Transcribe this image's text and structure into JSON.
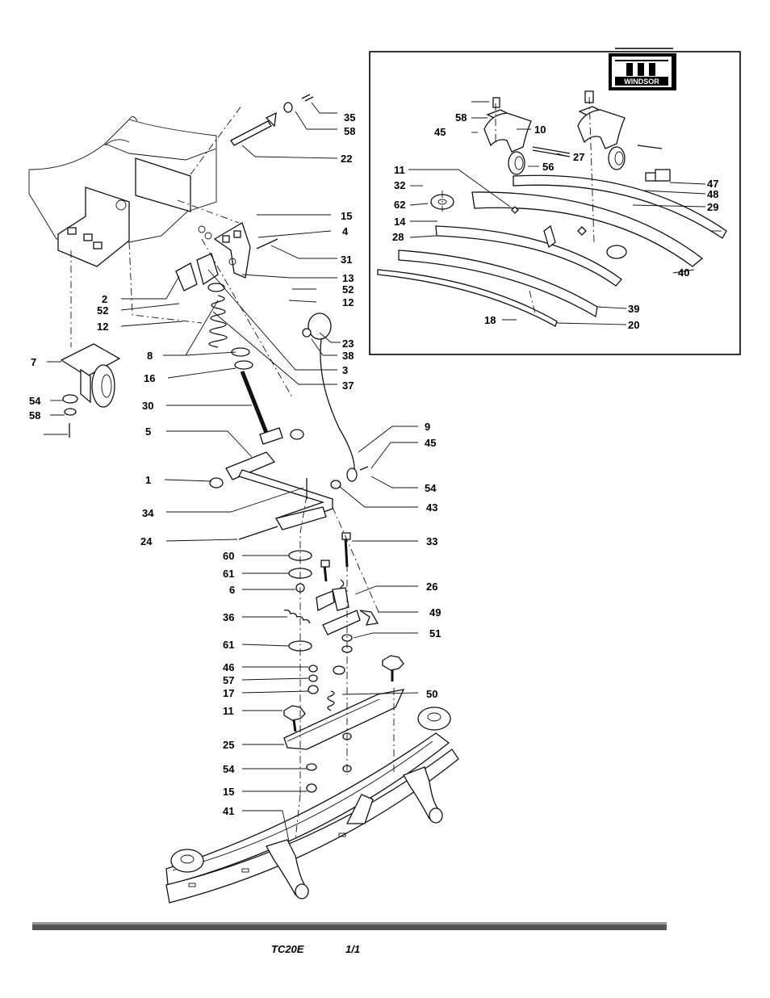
{
  "footer": {
    "model": "TC20E",
    "page": "1/1"
  },
  "logo": {
    "brand": "WINDSOR"
  },
  "callouts": [
    {
      "id": "c35",
      "text": "35"
    },
    {
      "id": "c58a",
      "text": "58"
    },
    {
      "id": "c22",
      "text": "22"
    },
    {
      "id": "c15a",
      "text": "15"
    },
    {
      "id": "c4",
      "text": "4"
    },
    {
      "id": "c31",
      "text": "31"
    },
    {
      "id": "c13",
      "text": "13"
    },
    {
      "id": "c52a",
      "text": "52"
    },
    {
      "id": "c12a",
      "text": "12"
    },
    {
      "id": "c2",
      "text": "2"
    },
    {
      "id": "c52b",
      "text": "52"
    },
    {
      "id": "c12b",
      "text": "12"
    },
    {
      "id": "c23",
      "text": "23"
    },
    {
      "id": "c38",
      "text": "38"
    },
    {
      "id": "c7",
      "text": "7"
    },
    {
      "id": "c8",
      "text": "8"
    },
    {
      "id": "c3",
      "text": "3"
    },
    {
      "id": "c16",
      "text": "16"
    },
    {
      "id": "c37",
      "text": "37"
    },
    {
      "id": "c54a",
      "text": "54"
    },
    {
      "id": "c58b",
      "text": "58"
    },
    {
      "id": "c30",
      "text": "30"
    },
    {
      "id": "c9",
      "text": "9"
    },
    {
      "id": "c45a",
      "text": "45"
    },
    {
      "id": "c5",
      "text": "5"
    },
    {
      "id": "c1",
      "text": "1"
    },
    {
      "id": "c54b",
      "text": "54"
    },
    {
      "id": "c34",
      "text": "34"
    },
    {
      "id": "c43",
      "text": "43"
    },
    {
      "id": "c24",
      "text": "24"
    },
    {
      "id": "c33",
      "text": "33"
    },
    {
      "id": "c60",
      "text": "60"
    },
    {
      "id": "c61a",
      "text": "61"
    },
    {
      "id": "c26",
      "text": "26"
    },
    {
      "id": "c6",
      "text": "6"
    },
    {
      "id": "c36",
      "text": "36"
    },
    {
      "id": "c49",
      "text": "49"
    },
    {
      "id": "c51",
      "text": "51"
    },
    {
      "id": "c61b",
      "text": "61"
    },
    {
      "id": "c46",
      "text": "46"
    },
    {
      "id": "c57",
      "text": "57"
    },
    {
      "id": "c17",
      "text": "17"
    },
    {
      "id": "c50",
      "text": "50"
    },
    {
      "id": "c11a",
      "text": "11"
    },
    {
      "id": "c25",
      "text": "25"
    },
    {
      "id": "c54c",
      "text": "54"
    },
    {
      "id": "c15b",
      "text": "15"
    },
    {
      "id": "c41",
      "text": "41"
    },
    {
      "id": "i58",
      "text": "58"
    },
    {
      "id": "i45",
      "text": "45"
    },
    {
      "id": "i10",
      "text": "10"
    },
    {
      "id": "i27",
      "text": "27"
    },
    {
      "id": "i56",
      "text": "56"
    },
    {
      "id": "i11",
      "text": "11"
    },
    {
      "id": "i32",
      "text": "32"
    },
    {
      "id": "i47",
      "text": "47"
    },
    {
      "id": "i48",
      "text": "48"
    },
    {
      "id": "i62",
      "text": "62"
    },
    {
      "id": "i29",
      "text": "29"
    },
    {
      "id": "i14",
      "text": "14"
    },
    {
      "id": "i28",
      "text": "28"
    },
    {
      "id": "i40",
      "text": "40"
    },
    {
      "id": "i39",
      "text": "39"
    },
    {
      "id": "i18",
      "text": "18"
    },
    {
      "id": "i20",
      "text": "20"
    }
  ]
}
